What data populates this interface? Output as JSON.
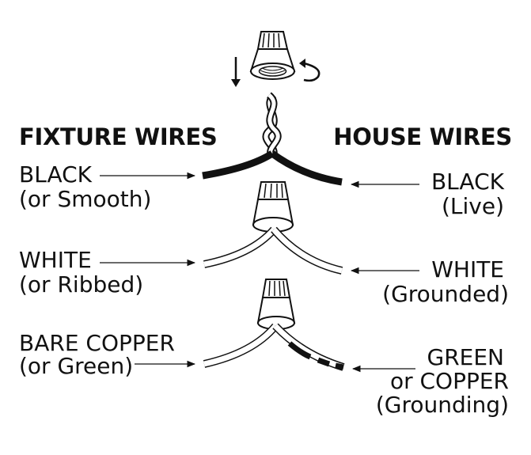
{
  "headers": {
    "fixture": "FIXTURE WIRES",
    "house": "HOUSE WIRES"
  },
  "rows": [
    {
      "fixture_label": "BLACK",
      "fixture_sub": "(or Smooth)",
      "house_label": "BLACK",
      "house_sub": "(Live)"
    },
    {
      "fixture_label": "WHITE",
      "fixture_sub": "(or Ribbed)",
      "house_label": "WHITE",
      "house_sub": "(Grounded)"
    },
    {
      "fixture_label": "BARE COPPER",
      "fixture_sub": "(or Green)",
      "house_label": "GREEN",
      "house_sub": "or COPPER",
      "house_sub2": "(Grounding)"
    }
  ],
  "icons": {
    "push": "arrow-down-icon",
    "twist": "rotate-clockwise-icon"
  },
  "colors": {
    "ink": "#111111",
    "wire_black": "#111111",
    "wire_white": "#ffffff"
  }
}
